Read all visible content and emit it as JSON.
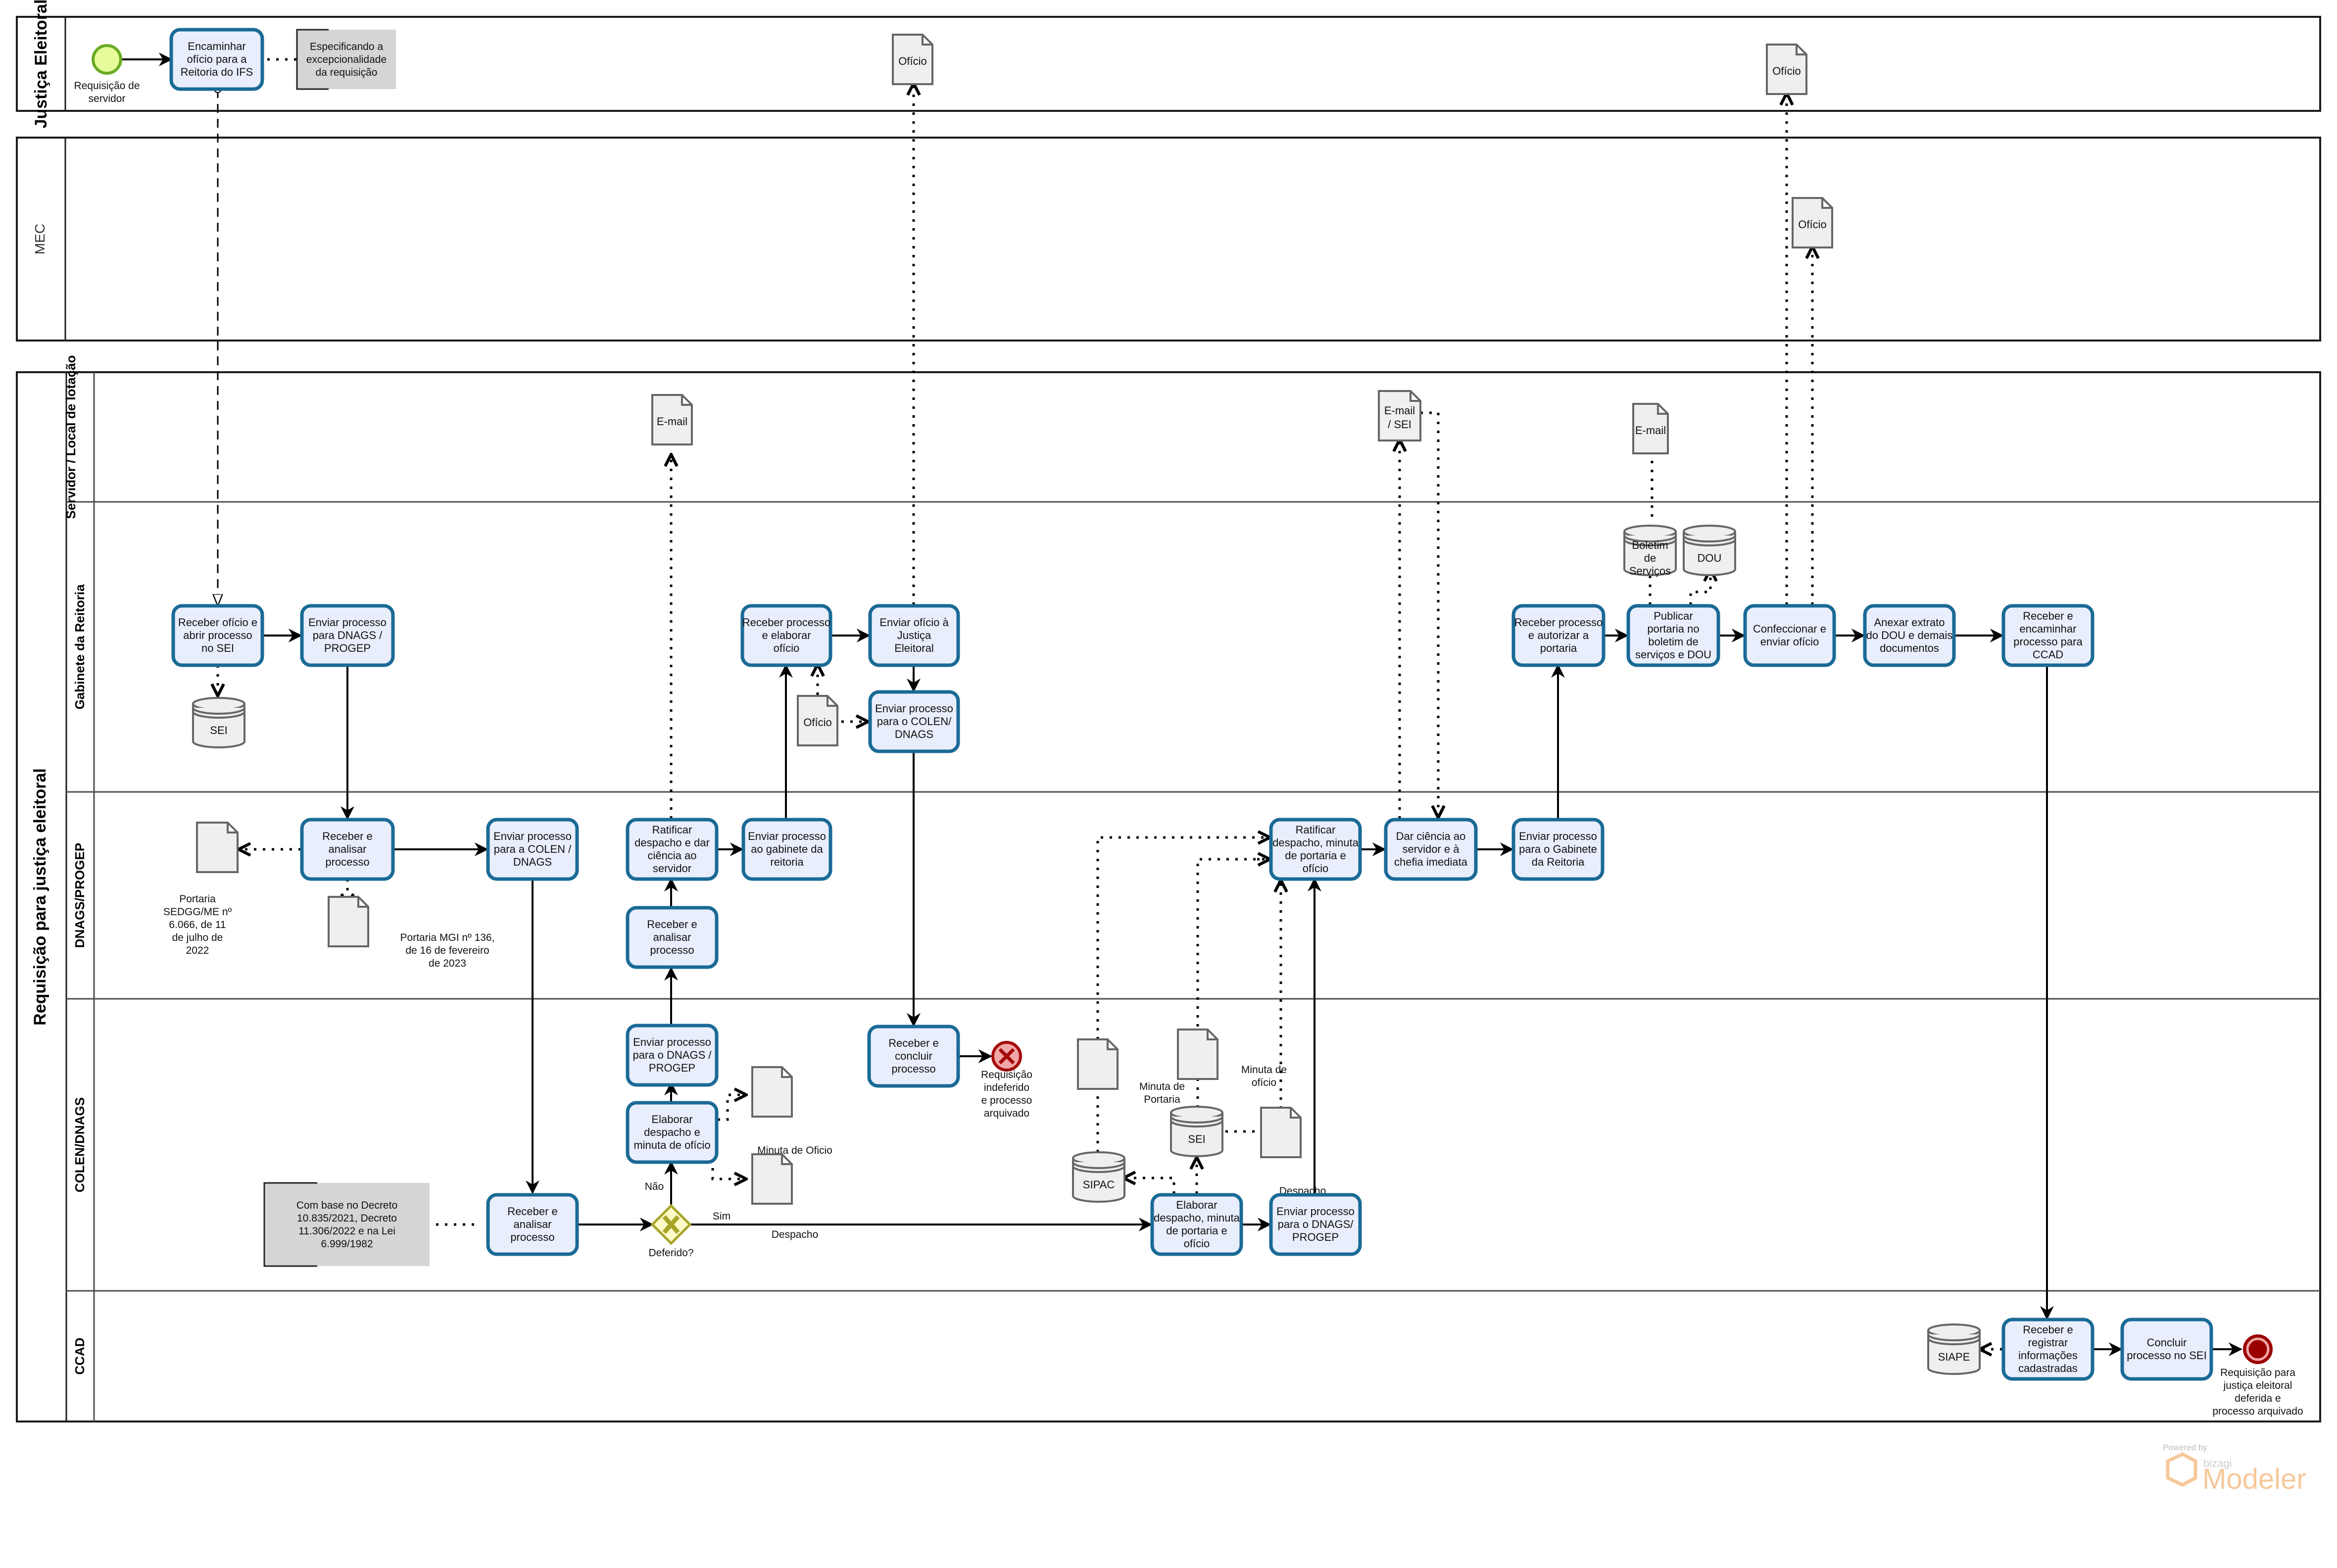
{
  "diagram": {
    "title": "Requisição para justiça eleitoral",
    "pools": {
      "justica_eleitoral": "Justiça Eleitoral",
      "mec": "MEC",
      "main": "Requisição para justiça eleitoral"
    },
    "lanes": {
      "servidor": "Servidor / Local de lotação",
      "gabinete": "Gabinete da Reitoria",
      "dnags_progep": "DNAGS/PROGEP",
      "colen_dnags": "COLEN/DNAGS",
      "ccad": "CCAD"
    },
    "events": {
      "start": "Requisição de servidor",
      "end_rejected": "Requisição indeferido e processo arquivado",
      "end_success": "Requisição para justiça eleitoral deferida e processo arquivado"
    },
    "gateway": {
      "label": "Deferido?",
      "yes": "Sim",
      "no": "Não"
    },
    "tasks": {
      "je_encaminhar": "Encaminhar ofício para a Reitoria do IFS",
      "gab_receber_oficio": "Receber ofício e abrir processo no SEI",
      "gab_enviar_dnags": "Enviar processo para DNAGS / PROGEP",
      "dn_receber_analisar": "Receber e analisar processo",
      "dn_enviar_colen": "Enviar processo para a COLEN / DNAGS",
      "co_receber_analisar": "Receber e analisar processo",
      "co_elaborar_despacho_oficio": "Elaborar despacho e minuta de ofício",
      "co_enviar_dnags": "Enviar processo para o DNAGS / PROGEP",
      "dn_receber_analisar2": "Receber e analisar processo",
      "dn_ratificar_ciencia": "Ratificar despacho e dar ciência ao servidor",
      "dn_enviar_gabinete": "Enviar processo ao gabinete da reitoria",
      "gab_receber_elaborar_oficio": "Receber processo e elaborar ofício",
      "gab_enviar_oficio_je": "Enviar ofício à Justiça Eleitoral",
      "gab_enviar_colen": "Enviar processo para o COLEN/ DNAGS",
      "co_receber_concluir": "Receber e concluir processo",
      "co_elaborar_portaria": "Elaborar despacho, minuta de portaria e ofício",
      "co_enviar_dnags2": "Enviar processo para o DNAGS/ PROGEP",
      "dn_ratificar_portaria": "Ratificar despacho, minuta de portaria e ofício",
      "dn_dar_ciencia": "Dar ciência ao servidor e à chefia imediata",
      "dn_enviar_gabinete2": "Enviar processo para o Gabinete da Reitoria",
      "gab_autorizar_portaria": "Receber processo e autorizar a portaria",
      "gab_publicar": "Publicar portaria no boletim de serviços e DOU",
      "gab_confeccionar_oficio": "Confeccionar e enviar ofício",
      "gab_anexar": "Anexar extrato do DOU e demais documentos",
      "gab_encaminhar_ccad": "Receber e encaminhar processo para CCAD",
      "ccad_registrar": "Receber e registrar informações cadastradas",
      "ccad_concluir": "Concluir processo no SEI"
    },
    "annotations": {
      "je_note": "Especificando a excepcionalidade da requisição",
      "colen_note": "Com base no Decreto 10.835/2021, Decreto 11.306/2022 e na Lei 6.999/1982"
    },
    "documents": {
      "je_oficio_1": "Ofício",
      "je_oficio_2": "Ofício",
      "mec_oficio": "Ofício",
      "email_1": "E-mail",
      "email_sei": "E-mail / SEI",
      "email_2": "E-mail",
      "gab_oficio": "Ofício",
      "portaria_sedgg": "Portaria SEDGG/ME nº 6.066, de 11 de julho de 2022",
      "portaria_mgi": "Portaria MGI nº 136, de 16 de fevereiro de 2023",
      "minuta_oficio_1": "Minuta de Oficio",
      "despacho_1": "Despacho",
      "minuta_portaria": "Minuta de Portaria",
      "minuta_oficio_2": "Minuta de ofício",
      "despacho_2": "Despacho"
    },
    "datastores": {
      "sei_1": "SEI",
      "sei_2": "SEI",
      "sipac": "SIPAC",
      "boletim": "Boletim de Serviços",
      "dou": "DOU",
      "siape": "SIAPE"
    },
    "watermark": {
      "powered_by": "Powered by",
      "brand": "bizagi",
      "product": "Modeler"
    },
    "colors": {
      "task_fill": "#e9eefd",
      "task_stroke": "#1a6a96",
      "start_fill": "#e6fb9a",
      "start_stroke": "#6aab24",
      "end_fill": "#9b0000",
      "error_fill": "#f0a7a7",
      "error_stroke": "#a40b0b",
      "gateway_fill": "#fdfbc8",
      "gateway_stroke": "#a7a42a"
    }
  }
}
